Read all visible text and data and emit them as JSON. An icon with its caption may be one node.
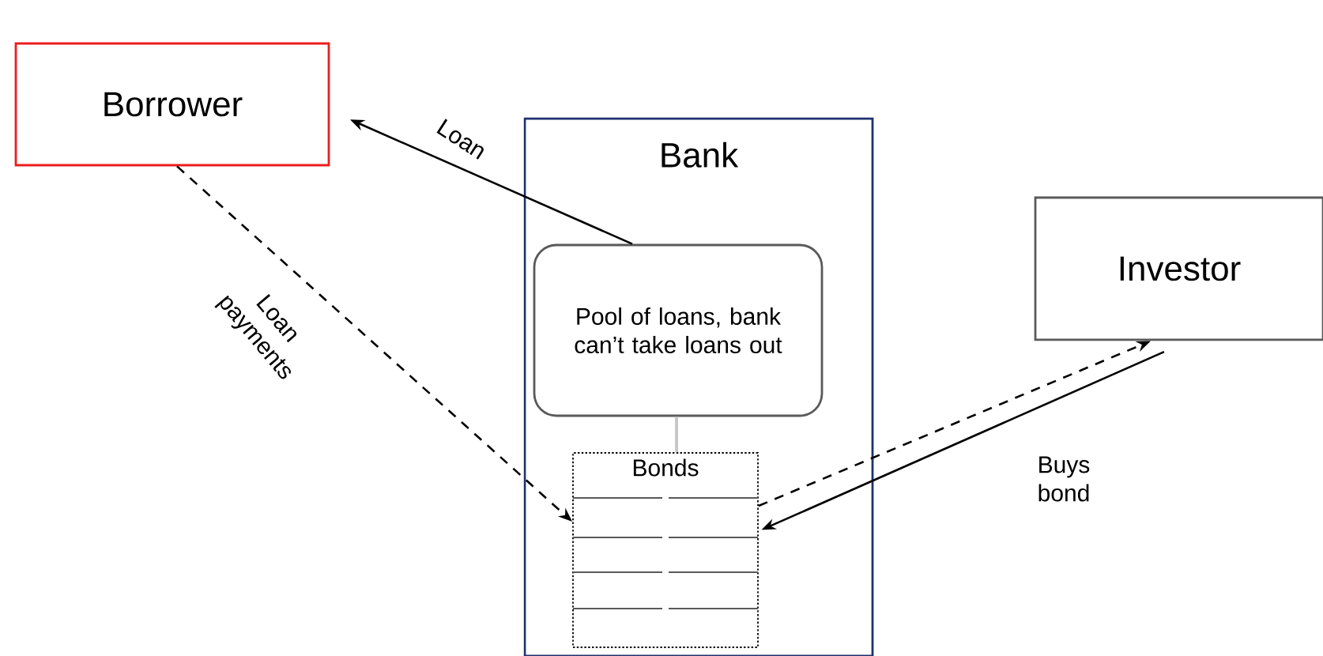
{
  "diagram": {
    "nodes": [
      {
        "text": [
          "Borrower"
        ]
      },
      {
        "text": [
          "Bank"
        ]
      },
      {
        "text": [
          "Pool of loans, bank can’t take loans out"
        ],
        "in": 1
      },
      {
        "text": [
          "Bonds"
        ],
        "in": 1
      },
      {
        "text": [
          "Investor"
        ]
      }
    ],
    "edges": [
      {
        "from": 2,
        "to": 0,
        "arrow": "to",
        "label": "Loan"
      },
      {
        "from": 0,
        "to": 3,
        "arrow": "to",
        "label": "Loan payments",
        "style": "dashed"
      },
      {
        "from": 3,
        "to": 4,
        "arrow": "to",
        "style": "dashed"
      },
      {
        "from": 4,
        "to": 3,
        "arrow": "to",
        "label": "Buys bond"
      },
      {
        "from": 2,
        "to": 3,
        "arrow": "none",
        "color": "#c8c8c8"
      }
    ]
  }
}
